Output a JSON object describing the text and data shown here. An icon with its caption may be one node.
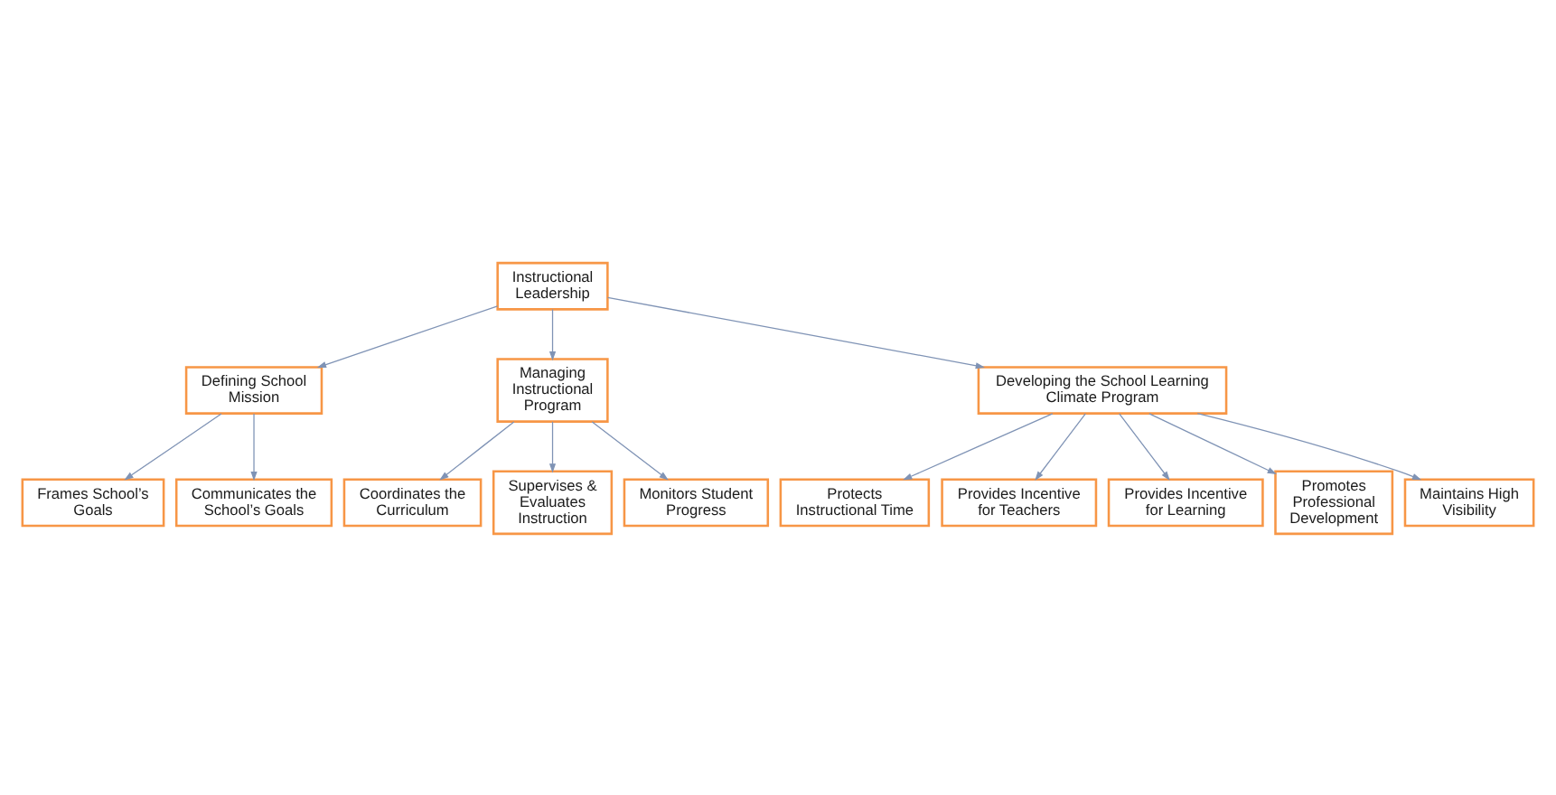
{
  "diagram": {
    "nodes": [
      {
        "text": [
          "Instructional Leadership"
        ]
      },
      {
        "text": [
          "Defining School Mission"
        ]
      },
      {
        "text": [
          "Frames School’s Goals"
        ]
      },
      {
        "text": [
          "Communicates the School’s Goals"
        ]
      },
      {
        "text": [
          "Managing Instructional Program"
        ]
      },
      {
        "text": [
          "Coordinates the Curriculum"
        ]
      },
      {
        "text": [
          "Supervises & Evaluates Instruction"
        ]
      },
      {
        "text": [
          "Monitors Student Progress"
        ]
      },
      {
        "text": [
          "Developing the School Learning Climate Program"
        ]
      },
      {
        "text": [
          "Protects Instructional Time"
        ]
      },
      {
        "text": [
          "Provides Incentive for Teachers"
        ]
      },
      {
        "text": [
          "Provides Incentive for Learning"
        ]
      },
      {
        "text": [
          "Promotes Professional Development"
        ]
      },
      {
        "text": [
          "Maintains High Visibility"
        ]
      }
    ],
    "edges": [
      {
        "from": 0,
        "to": 1,
        "arrow": "to"
      },
      {
        "from": 0,
        "to": 4,
        "arrow": "to"
      },
      {
        "from": 0,
        "to": 8,
        "arrow": "to"
      },
      {
        "from": 1,
        "to": 2,
        "arrow": "to"
      },
      {
        "from": 1,
        "to": 3,
        "arrow": "to"
      },
      {
        "from": 4,
        "to": 5,
        "arrow": "to"
      },
      {
        "from": 4,
        "to": 6,
        "arrow": "to"
      },
      {
        "from": 4,
        "to": 7,
        "arrow": "to"
      },
      {
        "from": 8,
        "to": 9,
        "arrow": "to"
      },
      {
        "from": 8,
        "to": 10,
        "arrow": "to"
      },
      {
        "from": 8,
        "to": 11,
        "arrow": "to"
      },
      {
        "from": 8,
        "to": 12,
        "arrow": "to"
      },
      {
        "from": 8,
        "to": 13,
        "arrow": "to"
      }
    ]
  }
}
